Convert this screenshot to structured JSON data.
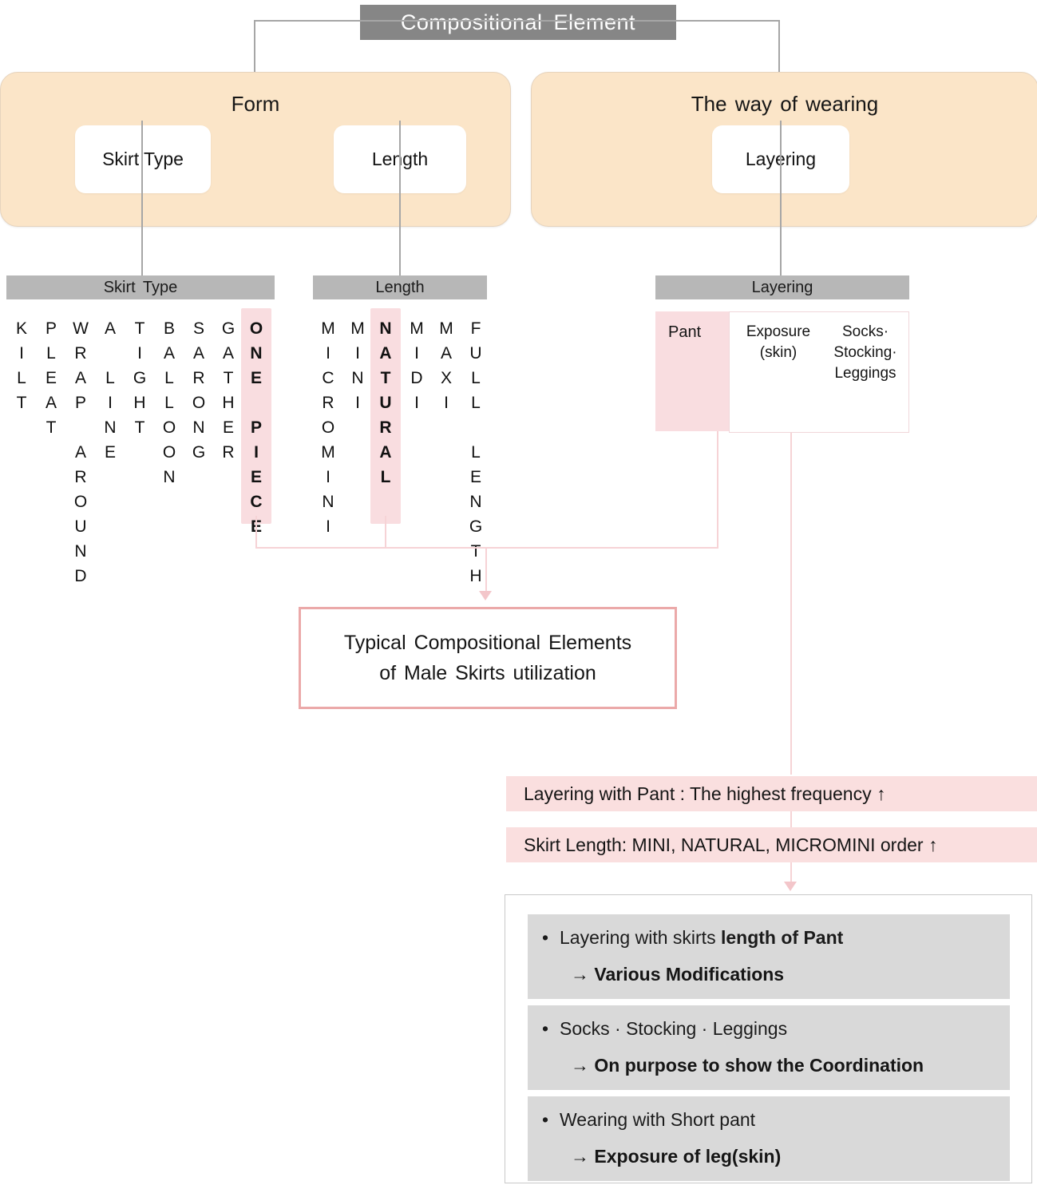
{
  "root": {
    "title": "Compositional  Element"
  },
  "branches": [
    {
      "title": "Form",
      "cards": [
        {
          "label": "Skirt Type"
        },
        {
          "label": "Length"
        }
      ]
    },
    {
      "title": "The way of wearing",
      "cards": [
        {
          "label": "Layering"
        }
      ]
    }
  ],
  "category_bars": [
    {
      "label": "Skirt  Type"
    },
    {
      "label": "Length"
    },
    {
      "label": "Layering"
    }
  ],
  "skirt_types": [
    {
      "text": "KILT",
      "highlight": false
    },
    {
      "text": "PLEAT",
      "highlight": false
    },
    {
      "text": "WRAP AROUND",
      "highlight": false
    },
    {
      "text": "A LINE",
      "highlight": false
    },
    {
      "text": "TIGHT",
      "highlight": false
    },
    {
      "text": "BALLOON",
      "highlight": false
    },
    {
      "text": "SARONG",
      "highlight": false
    },
    {
      "text": "GATHER",
      "highlight": false
    },
    {
      "text": "ONE PIECE",
      "highlight": true
    }
  ],
  "lengths": [
    {
      "text": "MICROMINI",
      "highlight": false
    },
    {
      "text": "MINI",
      "highlight": false
    },
    {
      "text": "NATURAL",
      "highlight": true
    },
    {
      "text": "MIDI",
      "highlight": false
    },
    {
      "text": "MAXI",
      "highlight": false
    },
    {
      "text": "FULL LENGTH",
      "highlight": false
    }
  ],
  "layering": {
    "pant": "Pant",
    "exposure_line1": "Exposure",
    "exposure_line2": "(skin)",
    "socks_line1": "Socks·",
    "socks_line2": "Stocking·",
    "socks_line3": "Leggings"
  },
  "conclusion": {
    "line1": "Typical Compositional  Elements",
    "line2": "of Male  Skirts utilization"
  },
  "findings": [
    {
      "text": "Layering with Pant : The highest frequency  ↑"
    },
    {
      "text": "Skirt Length: MINI, NATURAL, MICROMINI order  ↑"
    }
  ],
  "bullets": [
    {
      "lead": "Layering with skirts ",
      "lead_bold": "length of Pant",
      "result": "→ Various Modifications"
    },
    {
      "lead": "Socks · Stocking · Leggings",
      "lead_bold": "",
      "result": "→ On purpose to show the Coordination"
    },
    {
      "lead": "Wearing with Short pant",
      "lead_bold": "",
      "result": "→ Exposure of leg(skin)"
    }
  ],
  "colors": {
    "header_gray": "#868686",
    "bar_gray": "#b7b7b7",
    "orange": "#fbe5c8",
    "pink_highlight": "#f9dde0",
    "pink_banner": "#fadfdf",
    "pink_border": "#eba9a9",
    "bullet_gray": "#d9d9d9"
  }
}
